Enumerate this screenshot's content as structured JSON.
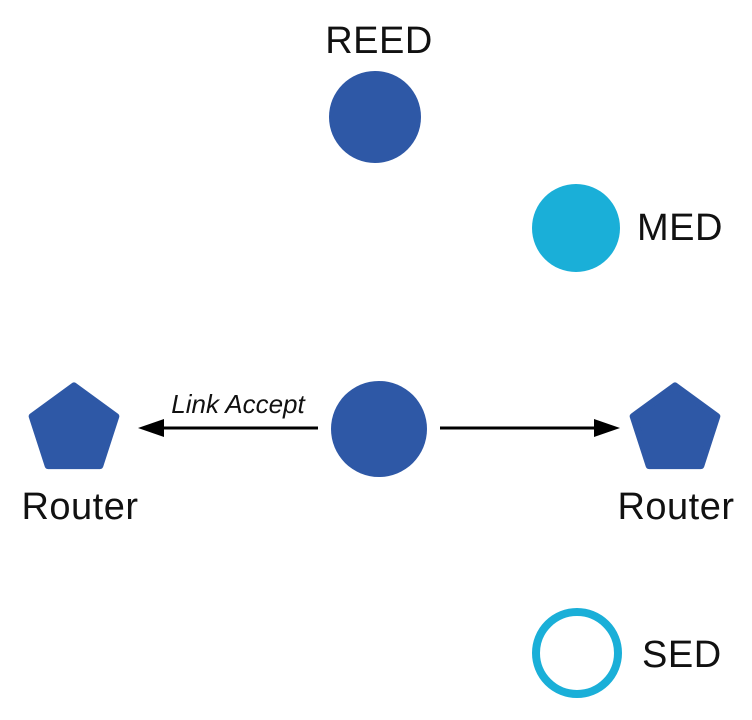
{
  "diagram": {
    "title": "Thread network device roles diagram",
    "colors": {
      "background": "#ffffff",
      "node_fill": "#2e58a6",
      "accent_fill": "#1aafd8",
      "edge_stroke": "#000000",
      "text": "#111111"
    },
    "nodes": {
      "reed": {
        "label": "REED",
        "shape": "circle",
        "style": "filled-dark-blue"
      },
      "med": {
        "label": "MED",
        "shape": "circle",
        "style": "filled-cyan"
      },
      "center": {
        "label": "",
        "shape": "circle",
        "style": "filled-dark-blue"
      },
      "router_left": {
        "label": "Router",
        "shape": "pentagon",
        "style": "filled-dark-blue"
      },
      "router_right": {
        "label": "Router",
        "shape": "pentagon",
        "style": "filled-dark-blue"
      },
      "sed": {
        "label": "SED",
        "shape": "ring",
        "style": "outlined-cyan"
      }
    },
    "edges": {
      "link_accept": {
        "label": "Link Accept",
        "direction": "center-to-left-router"
      },
      "link_right": {
        "label": "",
        "direction": "center-to-right-router"
      }
    }
  }
}
